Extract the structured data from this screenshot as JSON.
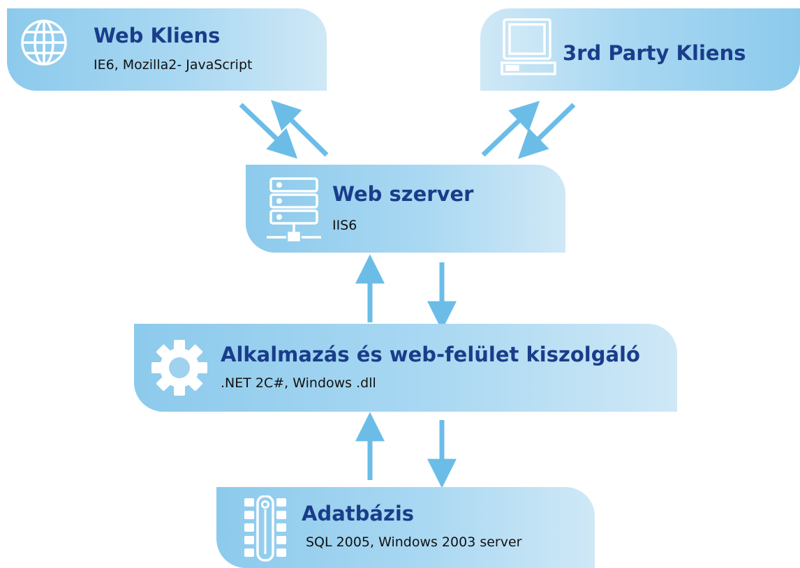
{
  "nodes": {
    "web_client": {
      "title": "Web Kliens",
      "subtitle": "IE6, Mozilla2- JavaScript",
      "icon": "globe-icon"
    },
    "third_party_client": {
      "title": "3rd Party Kliens",
      "icon": "computer-icon"
    },
    "web_server": {
      "title": "Web szerver",
      "subtitle": "IIS6",
      "icon": "server-icon"
    },
    "app_server": {
      "title": "Alkalmazás és web-felület kiszolgáló",
      "subtitle": ".NET 2C#, Windows .dll",
      "icon": "gear-icon"
    },
    "database": {
      "title": "Adatbázis",
      "subtitle": "SQL 2005, Windows 2003 server",
      "icon": "database-icon"
    }
  },
  "colors": {
    "box_light": "#cfe8f6",
    "box_dark": "#8ccaec",
    "title": "#1a3d8a",
    "arrow": "#6bbde8",
    "icon": "#ffffff"
  }
}
